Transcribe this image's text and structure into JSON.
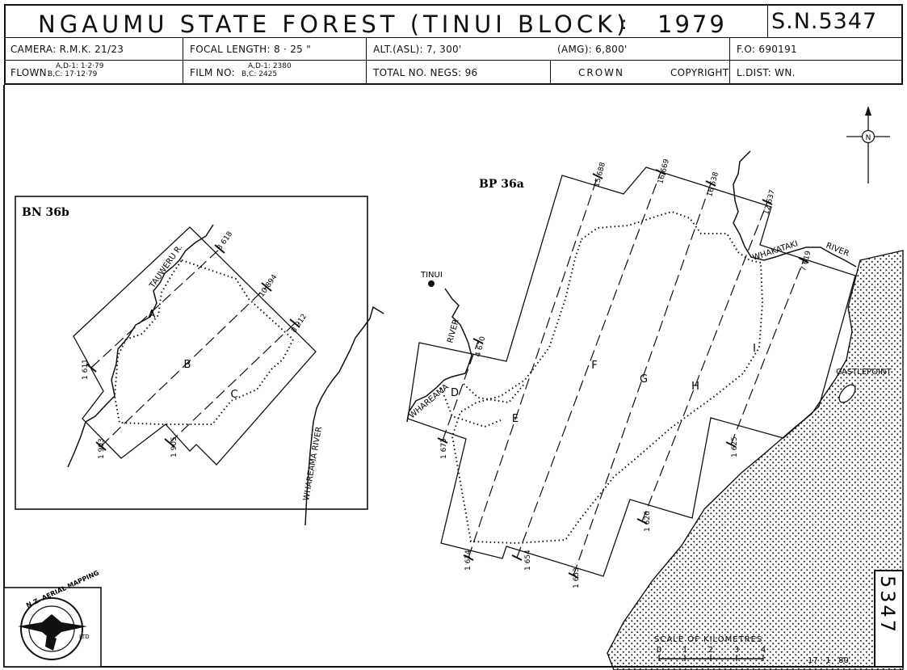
{
  "header": {
    "title": "NGAUMU STATE FOREST (TINUI BLOCK)",
    "colon": ":",
    "year": "1979",
    "sheet_number": "S.N.5347",
    "camera": "CAMERA: R.M.K. 21/23",
    "focal_length": "FOCAL LENGTH: 8 · 25 \"",
    "altitude_asl": "ALT.(ASL): 7, 300'",
    "altitude_amg": "(AMG): 6,800'",
    "fo": "F.O: 690191",
    "flown_label": "FLOWN:",
    "flown_ad": "A,D-1: 1·2·79",
    "flown_bc": "B,C: 17·12·79",
    "film_label": "FILM NO:",
    "film_ad": "A,D-1: 2380",
    "film_bc": "B,C: 2425",
    "total_negs": "TOTAL NO. NEGS: 96",
    "crown": "CROWN",
    "copyright": "COPYRIGHT",
    "ldist": "L.DIST: WN."
  },
  "map": {
    "inset_label": "BN 36b",
    "main_label": "BP 36a",
    "north_symbol": "N",
    "places": {
      "tinui": "TINUI",
      "castlepoint": "CASTLEPOINT"
    },
    "rivers": {
      "tauweru": "TAUWERU R.",
      "whareama_inset": "WHAREAMA RIVER",
      "whareama_main": "WHAREAMA",
      "river_main": "RIVER",
      "whakataki": "WHAKATAKI",
      "whakataki_river": "RIVER"
    },
    "runs": [
      "A",
      "B",
      "C",
      "D",
      "E",
      "F",
      "G",
      "H",
      "I"
    ],
    "photo_numbers": {
      "a_start": "1 611",
      "a_end": "8 618",
      "b_start": "1 903",
      "b_end": "10 894",
      "c_start": "1 905",
      "c_end": "8 912",
      "d_start": "1 673",
      "d_end": "4 670",
      "e_start": "1 674",
      "e_end": "15 688",
      "f_start": "1 654",
      "f_end": "16 669",
      "g_start": "1 653",
      "g_end": "16 638",
      "h_start": "1 626",
      "h_end": "12 637",
      "i_start": "1 625",
      "i_end": "7 619"
    }
  },
  "scale": {
    "title": "SCALE OF KILOMETRES",
    "ticks": [
      "0",
      "1",
      "2",
      "3",
      "4"
    ],
    "date": "17 · 1 · 80"
  },
  "logo": {
    "text": "N.Z. AERIAL MAPPING",
    "sub": "LTD"
  },
  "sheet_code": "5347"
}
